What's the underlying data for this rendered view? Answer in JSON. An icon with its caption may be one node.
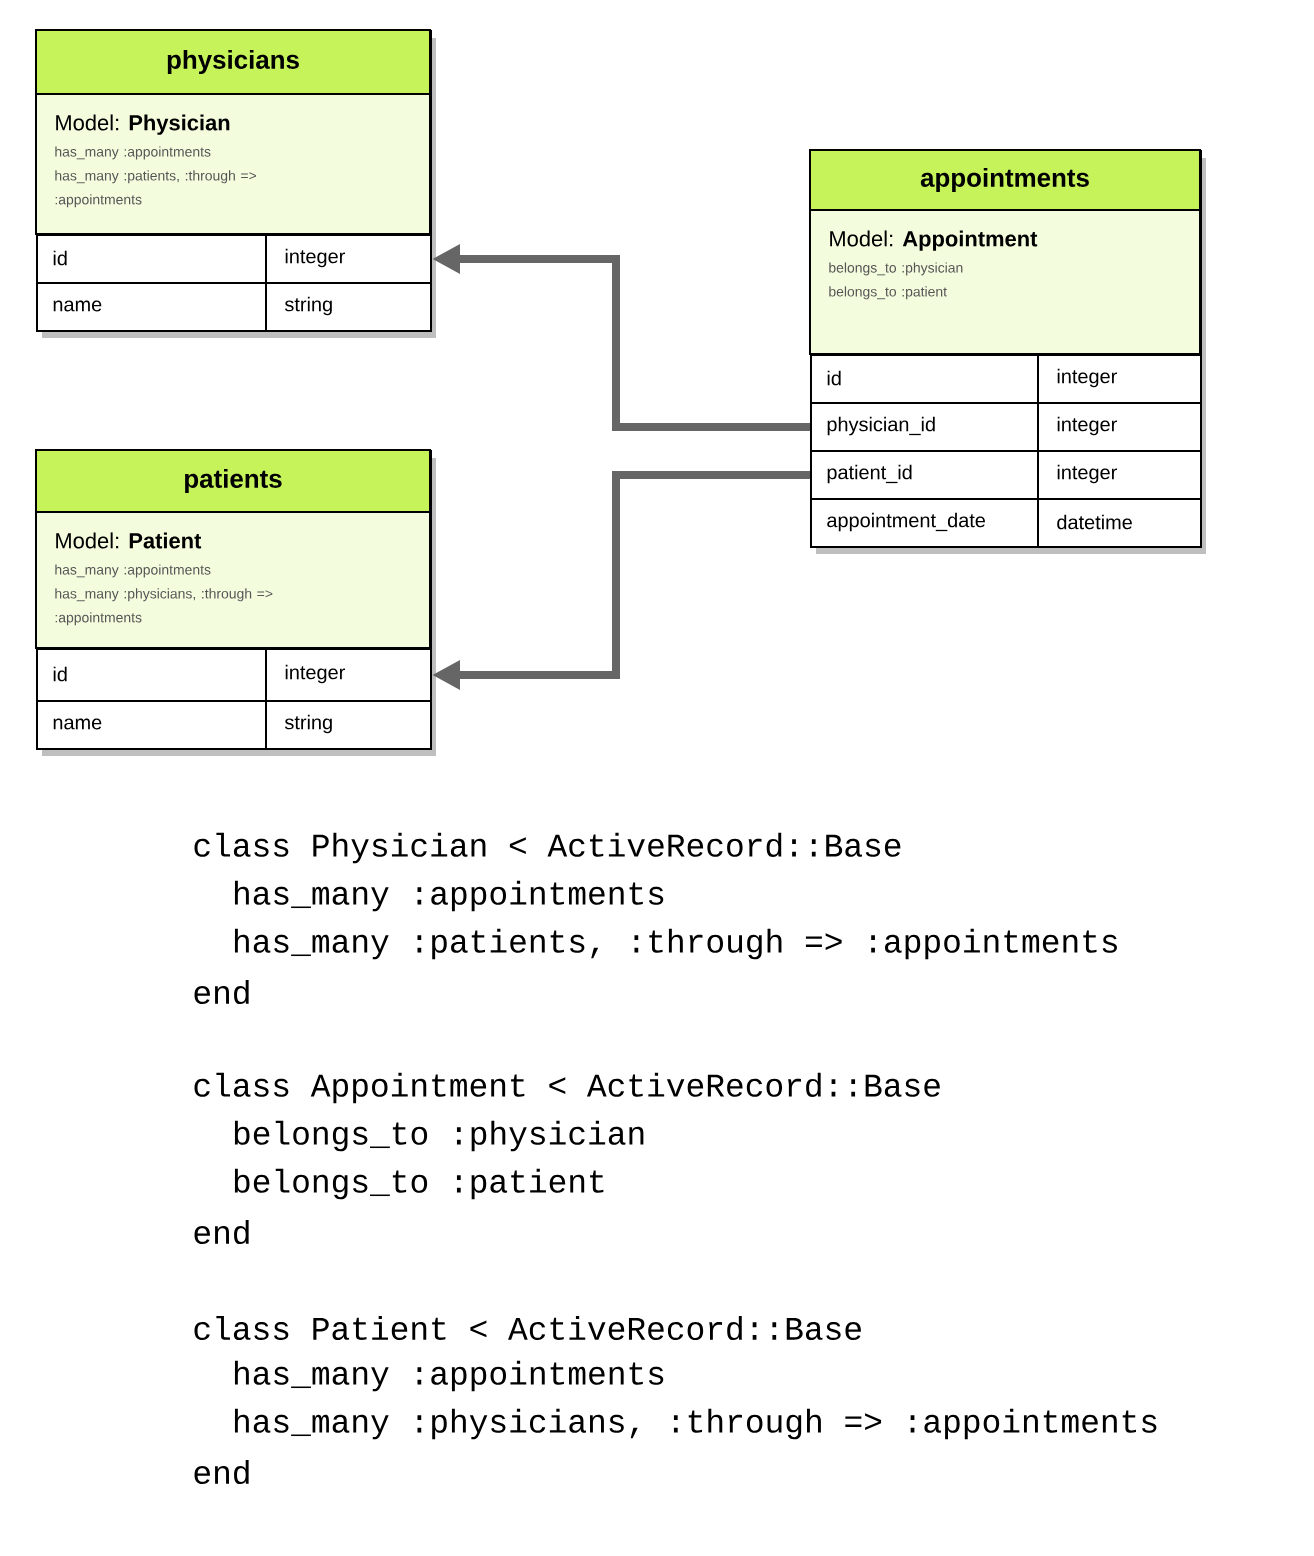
{
  "diagram": {
    "nodes": [
      {
        "text": [
          "physicians",
          "Model: **Physician**",
          "has_many :appointments",
          "has_many :patients, :through => :appointments"
        ]
      },
      {
        "text": [
          "id",
          "integer"
        ],
        "in": 0
      },
      {
        "text": [
          "name",
          "string"
        ],
        "in": 0
      },
      {
        "text": [
          "appointments",
          "Model: **Appointment**",
          "belongs_to :physician",
          "belongs_to :patient"
        ]
      },
      {
        "text": [
          "id",
          "integer"
        ],
        "in": 3
      },
      {
        "text": [
          "physician_id",
          "integer"
        ],
        "in": 3
      },
      {
        "text": [
          "patient_id",
          "integer"
        ],
        "in": 3
      },
      {
        "text": [
          "appointment_date",
          "datetime"
        ],
        "in": 3
      },
      {
        "text": [
          "patients",
          "Model: **Patient**",
          "has_many :appointments",
          "has_many :physicians, :through => :appointments"
        ]
      },
      {
        "text": [
          "id",
          "integer"
        ],
        "in": 8
      },
      {
        "text": [
          "name",
          "string"
        ],
        "in": 8
      }
    ],
    "edges": [
      {
        "from": 5,
        "to": 1,
        "arrow": "to"
      },
      {
        "from": 6,
        "to": 9,
        "arrow": "to"
      }
    ],
    "labels": [
      "class Physician < ActiveRecord::Base",
      "has_many :appointments",
      "has_many :patients, :through => :appointments",
      "end",
      "class Appointment < ActiveRecord::Base",
      "belongs_to :physician",
      "belongs_to :patient",
      "end",
      "class Patient < ActiveRecord::Base",
      "has_many :appointments",
      "has_many :physicians, :through => :appointments",
      "end"
    ]
  }
}
